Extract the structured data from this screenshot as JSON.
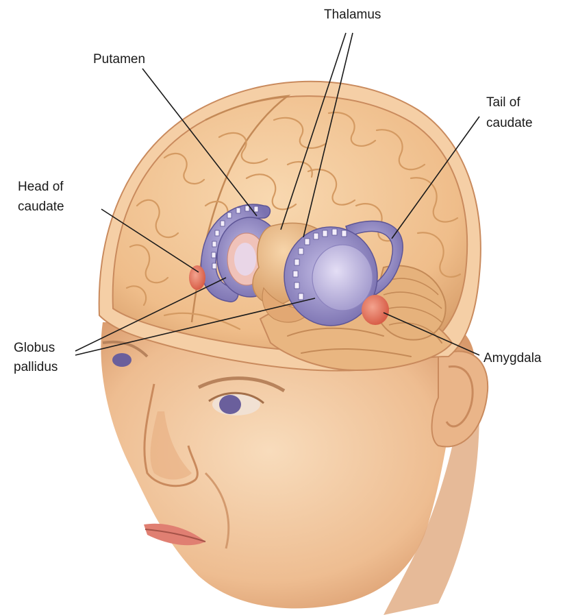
{
  "labels": {
    "thalamus": "Thalamus",
    "putamen": "Putamen",
    "tail_of_caudate": [
      "Tail of",
      "caudate"
    ],
    "head_of_caudate": [
      "Head of",
      "caudate"
    ],
    "globus_pallidus": [
      "Globus",
      "pallidus"
    ],
    "amygdala": "Amygdala"
  },
  "colors": {
    "skin": "#f3c9a0",
    "skin_shadow": "#d99a6e",
    "brain": "#f2c493",
    "brain_fold": "#d49a62",
    "basal_ganglia": "#9b93c8",
    "basal_ganglia_dark": "#6f66a8",
    "globus_pallidus": "#c9c0e4",
    "thalamus": "#e8b782",
    "amygdala": "#e0705a",
    "lips": "#e07f72",
    "leader_line": "#1a1a1a"
  }
}
